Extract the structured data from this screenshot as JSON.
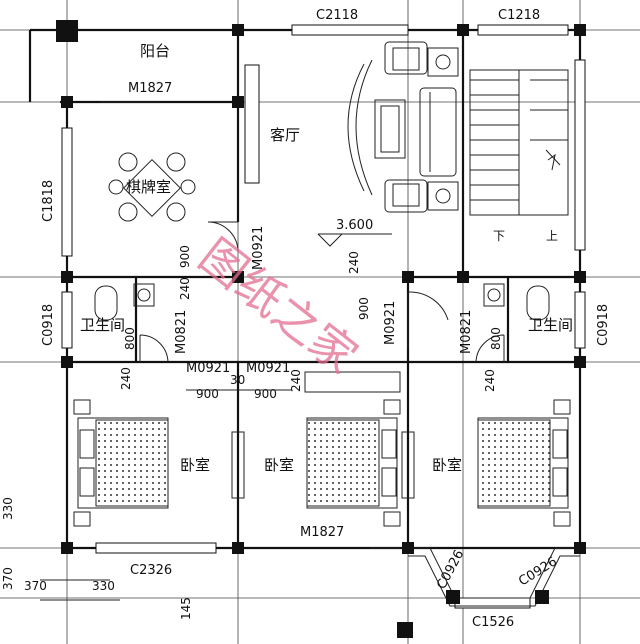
{
  "rooms": {
    "balcony": "阳台",
    "living": "客厅",
    "chess": "棋牌室",
    "bath_left": "卫生间",
    "bath_right": "卫生间",
    "bed_left": "卧室",
    "bed_mid": "卧室",
    "bed_right": "卧室"
  },
  "codes": {
    "c2118": "C2118",
    "c1218": "C1218",
    "m1827_top": "M1827",
    "c1818": "C1818",
    "m0921_living": "M0921",
    "c0918_left": "C0918",
    "c0918_right": "C0918",
    "m0821_left": "M0821",
    "m0821_right": "M0821",
    "m0921_a": "M0921",
    "m0921_b": "M0921",
    "m0921_c": "M0921",
    "m1827_bottom": "M1827",
    "c2326": "C2326",
    "c0926_a": "C0926",
    "c0926_b": "C0926",
    "c1526": "C1526"
  },
  "dims": {
    "elev": "3.600",
    "d900_a": "900",
    "d240_a": "240",
    "d240_b": "240",
    "d900_b": "900",
    "d800_a": "800",
    "d800_b": "800",
    "d240_c": "240",
    "d240_d": "240",
    "d240_e": "240",
    "d900_c": "900",
    "d30": "30",
    "d900_d": "900",
    "d330_top": "330",
    "d370_a": "370",
    "d370_b": "370",
    "d330_b": "330",
    "d145": "145"
  },
  "stairs": {
    "down": "下",
    "up": "上"
  },
  "watermark": "图纸之家"
}
